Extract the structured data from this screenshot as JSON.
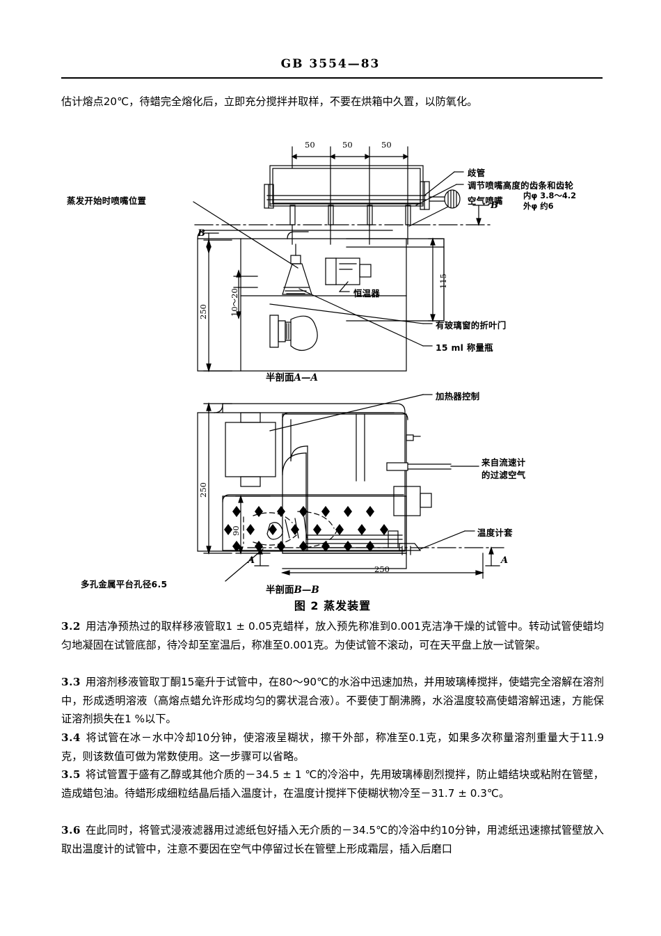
{
  "header": {
    "standard_number": "GB 3554—83"
  },
  "intro": {
    "text": "估计熔点20℃，待蜡完全熔化后，立即充分搅拌并取样，不要在烘箱中久置，以防氧化。"
  },
  "figure": {
    "caption": "图 2  蒸发装置",
    "section_a_caption_prefix": "半剖面",
    "section_a_caption_label": "A—A",
    "section_b_caption_prefix": "半剖面",
    "section_b_caption_label": "B—B",
    "top_view_labels": {
      "nozzle_start_position": "蒸发开始时喷嘴位置",
      "manifold": "歧管",
      "rack_and_pinion": "调节喷嘴高度的齿条和齿轮",
      "air_nozzle": "空气喷嘴",
      "air_nozzle_inner_dia": "内φ 3.8～4.2",
      "air_nozzle_outer_dia": "外φ 约6",
      "thermostat": "恒温器",
      "glass_window_door": "有玻璃窗的折叶门",
      "weighing_bottle": "15 ml 称量瓶"
    },
    "bottom_view_labels": {
      "heater_control": "加热器控制",
      "filtered_air_line1": "来自流速计",
      "filtered_air_line2": "的过滤空气",
      "thermometer_sleeve": "温度计套",
      "perforated_platform": "多孔金属平台孔径6.5"
    },
    "dimensions": {
      "top_spacing_1": "50",
      "top_spacing_2": "50",
      "top_spacing_3": "50",
      "height_115": "115",
      "height_250_a": "250",
      "gap_10_20": "10～20",
      "height_250_b": "250",
      "height_90": "90",
      "width_250": "250"
    },
    "section_markers": {
      "b_left": "B",
      "b_right": "B",
      "a_left": "A",
      "a_right": "A"
    }
  },
  "clauses": [
    {
      "number": "3.2",
      "text": "用洁净预热过的取样移液管取1 ± 0.05克蜡样，放入预先称准到0.001克洁净干燥的试管中。转动试管使蜡均匀地凝固在试管底部，待冷却至室温后，称准至0.001克。为使试管不滚动，可在天平盘上放一试管架。"
    },
    {
      "number": "3.3",
      "text": "用溶剂移液管取丁酮15毫升于试管中，在80～90℃的水浴中迅速加热，并用玻璃棒搅拌，使蜡完全溶解在溶剂中，形成透明溶液（高熔点蜡允许形成均匀的雾状混合液）。不要使丁酮沸腾，水浴温度较高使蜡溶解迅速，方能保证溶剂损失在1 %以下。"
    },
    {
      "number": "3.4",
      "text": "将试管在冰－水中冷却10分钟，使溶液呈糊状，擦干外部，称准至0.1克，如果多次称量溶剂重量大于11.9克，则该数值可做为常数使用。这一步骤可以省略。"
    },
    {
      "number": "3.5",
      "text": "将试管置于盛有乙醇或其他介质的－34.5 ± 1 ℃的冷浴中，先用玻璃棒剧烈搅拌，防止蜡结块或粘附在管壁，造成蜡包油。待蜡形成细粒结晶后插入温度计，在温度计搅拌下使糊状物冷至－31.7 ± 0.3℃。"
    },
    {
      "number": "3.6",
      "text": "在此同时，将管式浸液滤器用过滤纸包好插入无介质的－34.5℃的冷浴中约10分钟，用滤纸迅速擦拭管壁放入取出温度计的试管中，注意不要因在空气中停留过长在管壁上形成霜层，插入后磨口"
    }
  ]
}
